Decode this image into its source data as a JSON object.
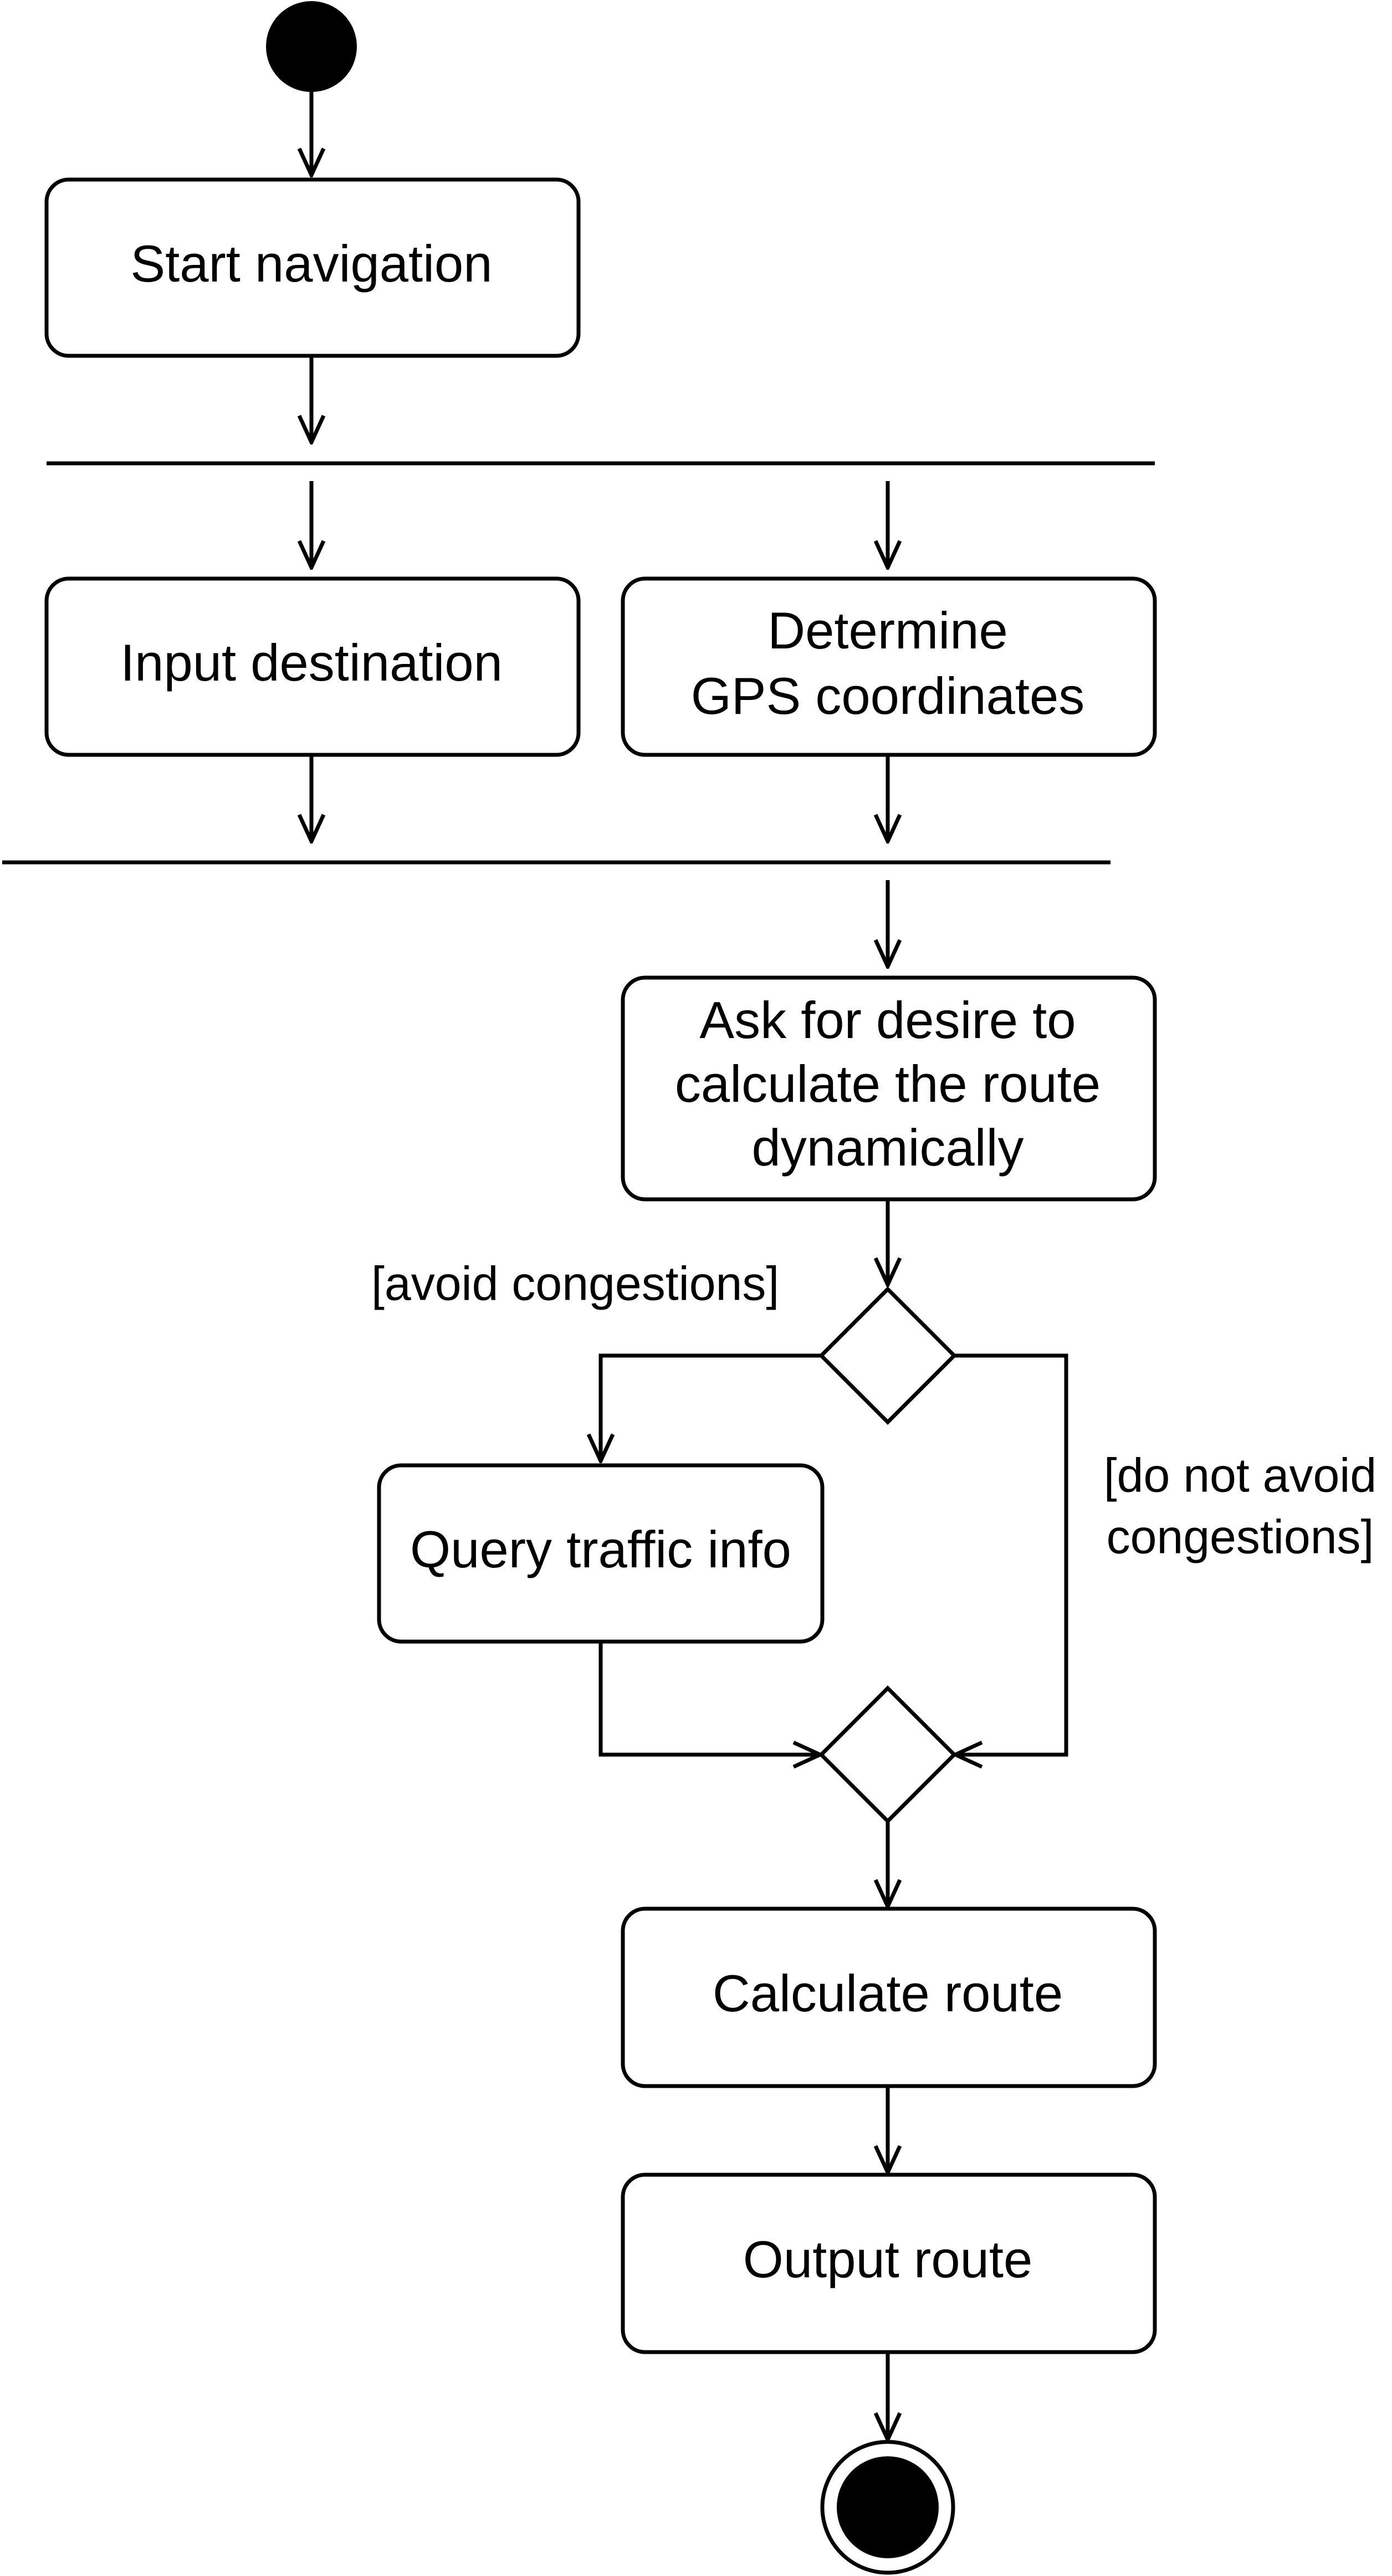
{
  "diagram": {
    "type": "UML activity diagram",
    "nodes": {
      "start_navigation": "Start navigation",
      "input_destination": "Input destination",
      "determine_gps": [
        "Determine",
        "GPS coordinates"
      ],
      "ask_dynamic": [
        "Ask for desire to",
        "calculate the route",
        "dynamically"
      ],
      "query_traffic": "Query traffic info",
      "calculate_route": "Calculate route",
      "output_route": "Output route"
    },
    "guards": {
      "avoid": "[avoid congestions]",
      "do_not_avoid": [
        "[do not avoid",
        "congestions]"
      ]
    },
    "colors": {
      "stroke": "#000000",
      "fill": "#ffffff",
      "marker": "#000000"
    }
  }
}
